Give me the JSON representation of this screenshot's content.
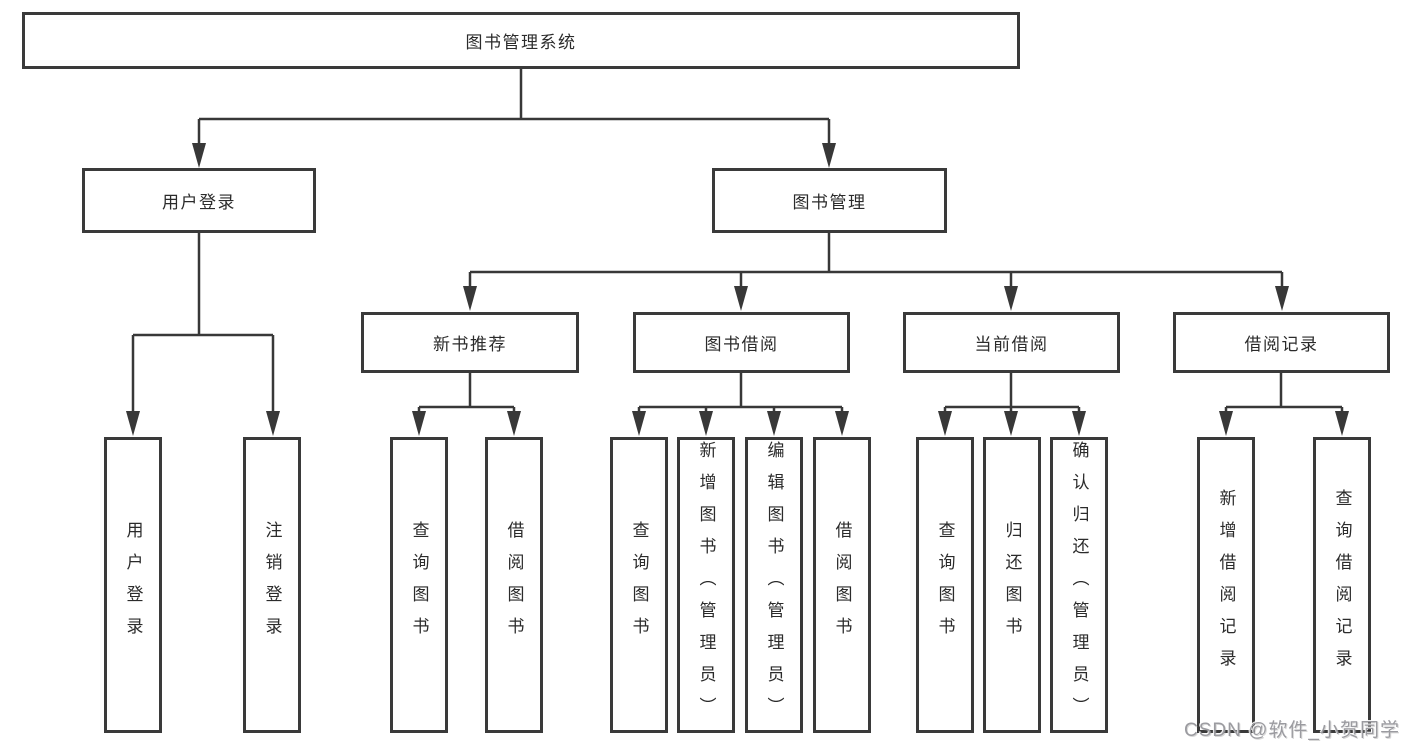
{
  "tree": {
    "root": {
      "label": "图书管理系统",
      "children": [
        {
          "label": "用户登录",
          "children": [
            {
              "label": "用户登录"
            },
            {
              "label": "注销登录"
            }
          ]
        },
        {
          "label": "图书管理",
          "children": [
            {
              "label": "新书推荐",
              "children": [
                {
                  "label": "查询图书"
                },
                {
                  "label": "借阅图书"
                }
              ]
            },
            {
              "label": "图书借阅",
              "children": [
                {
                  "label": "查询图书"
                },
                {
                  "label": "新增图书（管理员）"
                },
                {
                  "label": "编辑图书（管理员）"
                },
                {
                  "label": "借阅图书"
                }
              ]
            },
            {
              "label": "当前借阅",
              "children": [
                {
                  "label": "查询图书"
                },
                {
                  "label": "归还图书"
                },
                {
                  "label": "确认归还（管理员）"
                }
              ]
            },
            {
              "label": "借阅记录",
              "children": [
                {
                  "label": "新增借阅记录"
                },
                {
                  "label": "查询借阅记录"
                }
              ]
            }
          ]
        }
      ]
    }
  },
  "watermark": "CSDN @软件_小贺同学",
  "colors": {
    "line": "#383838",
    "border": "#3a3a3a",
    "text": "#2b2b2b",
    "watermark": "#9b9ba0",
    "background": "#ffffff"
  }
}
